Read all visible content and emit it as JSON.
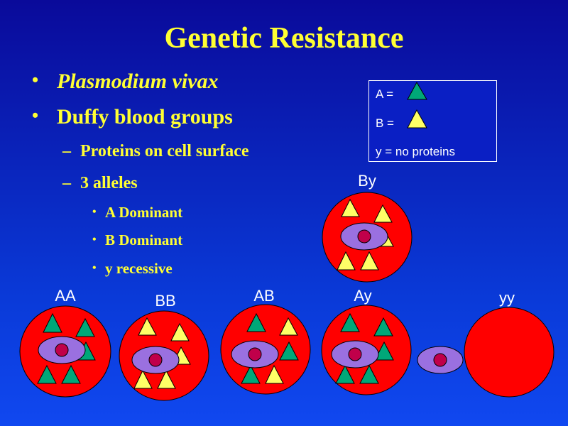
{
  "title": "Genetic Resistance",
  "bullets": {
    "b1": "Plasmodium vivax",
    "b2": "Duffy blood groups",
    "b2a": "Proteins on cell surface",
    "b2b": "3 alleles",
    "b2b1": "A Dominant",
    "b2b2": "B Dominant",
    "b2b3": "y recessive",
    "bullet_glyph": "•",
    "dash_glyph": "–"
  },
  "legend": {
    "a_label": "A =",
    "b_label": "B =",
    "y_label": "y = no proteins"
  },
  "cells": {
    "AA": "AA",
    "BB": "BB",
    "AB": "AB",
    "Ay": "Ay",
    "yy": "yy",
    "By": "By"
  },
  "colors": {
    "allele_a": "#00a878",
    "allele_b": "#ffff66",
    "cell": "#ff0000",
    "parasite": "#9a70e0",
    "nucleus": "#c0004a",
    "text": "#ffff33"
  }
}
